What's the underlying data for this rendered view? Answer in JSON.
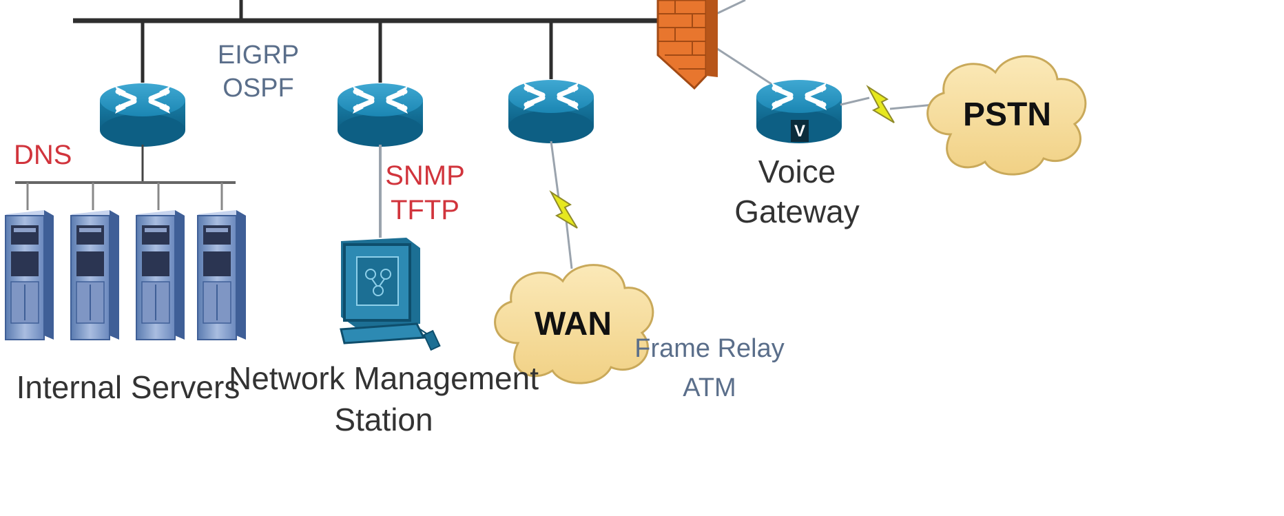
{
  "diagram": {
    "protocols": {
      "routing_line1": "EIGRP",
      "routing_line2": "OSPF",
      "dns": "DNS",
      "mgmt_line1": "SNMP",
      "mgmt_line2": "TFTP",
      "wan_line1": "Frame Relay",
      "wan_line2": "ATM"
    },
    "captions": {
      "servers": "Internal Servers",
      "nms_line1": "Network Management",
      "nms_line2": "Station",
      "voice_line1": "Voice",
      "voice_line2": "Gateway"
    },
    "clouds": {
      "wan": "WAN",
      "pstn": "PSTN"
    },
    "voice_badge": "V",
    "icons": [
      "router-icon",
      "server-icon",
      "workstation-icon",
      "firewall-icon",
      "cloud-icon",
      "serial-link-icon",
      "voice-gateway-icon"
    ],
    "colors": {
      "router_blue": "#1a7fa8",
      "protocol_red": "#d1343c",
      "protocol_blue": "#5a6e8a",
      "cloud_fill": "#f7dea0",
      "firewall_orange": "#e8762e",
      "link_yellow": "#e6e81e"
    }
  }
}
